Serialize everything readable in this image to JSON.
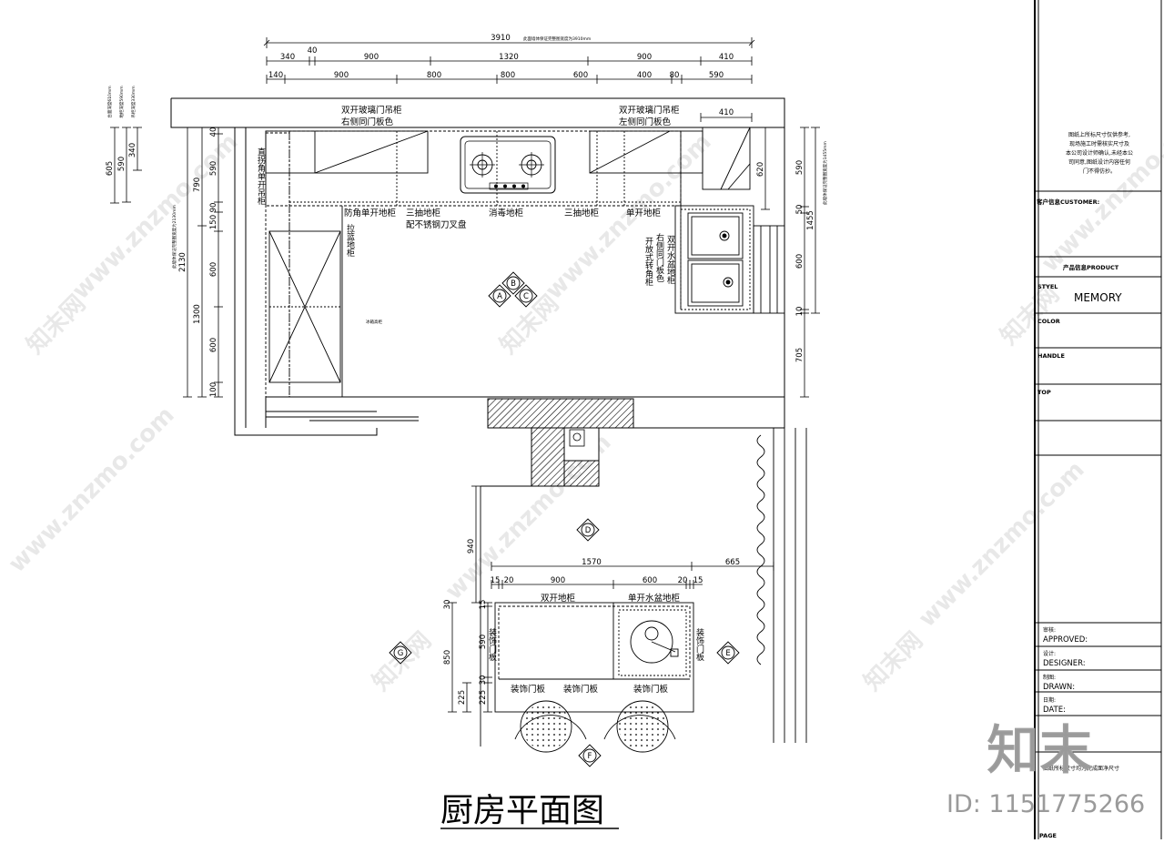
{
  "plan": {
    "title": "厨房平面图",
    "dims_top_total": "3910",
    "dims_top_total_note": "此面墙体保证完整图宽度为3910mm",
    "dims_top_row1": [
      "340",
      "40",
      "900",
      "1320",
      "900",
      "410"
    ],
    "dims_top_row2": [
      "140",
      "900",
      "800",
      "800",
      "600",
      "400",
      "80",
      "590"
    ],
    "dim_410_right": "410",
    "left_dims": {
      "outer": "2130",
      "outer_note": "此墙体保证完整图宽度为2130mm",
      "mid": [
        "790",
        "1300"
      ],
      "inner": [
        "40",
        "590",
        "90",
        "150",
        "600",
        "600",
        "100"
      ],
      "far": [
        "605",
        "590",
        "340"
      ],
      "far_notes": [
        "台面深度610mm",
        "地柜深度590mm",
        "吊柜深度330mm"
      ]
    },
    "right_dims": {
      "a": [
        "620"
      ],
      "b": [
        "590",
        "50",
        "600",
        "10",
        "705"
      ],
      "c": "1455",
      "c_note": "此墙体保证完整图宽度为1455mm"
    },
    "labels": {
      "upper_left": [
        "双开玻璃门吊柜",
        "右侧同门板色"
      ],
      "upper_right": [
        "双开玻璃门吊柜",
        "左侧同门板色"
      ],
      "left_wall_vertical": "直拐角单开吊柜",
      "row": [
        "防角单开地柜",
        "三抽地柜",
        "消毒地柜",
        "三抽地柜",
        "单开地柜"
      ],
      "knife": "配不锈钢刀叉盘",
      "pull_basket": "拉篮地柜",
      "sink_vertical": [
        "双开水盆地柜",
        "右侧同门板色",
        "开放式转角柜"
      ],
      "tall_cabinet_note": "冰箱高柜"
    },
    "island": {
      "dims_top": [
        "1570",
        "665"
      ],
      "dims_detail": [
        "15",
        "20",
        "900",
        "600",
        "20",
        "15"
      ],
      "dim_940": "940",
      "left_dims": [
        "850",
        "15",
        "590",
        "30",
        "225",
        "225",
        "30"
      ],
      "top_labels": [
        "双开地柜",
        "单开水盆地柜"
      ],
      "side_label": "装饰门板",
      "bottom_labels": [
        "装饰门板",
        "装饰门板",
        "装饰门板"
      ]
    },
    "markers": [
      "A",
      "B",
      "C",
      "D",
      "E",
      "F",
      "G"
    ]
  },
  "title_block": {
    "note": [
      "图纸上所标尺寸仅供参考,",
      "现场施工时需核实尺寸及",
      "本公司设计师确认,未经本公",
      "司同意,图纸设计内容任何",
      "门不得仿抄。"
    ],
    "customer": "客户信息CUSTOMER:",
    "product": "产品信息PRODUCT",
    "style_label": "STYEL",
    "style_value": "MEMORY",
    "color_label": "COLOR",
    "handle_label": "HANDLE",
    "top_label": "TOP",
    "approved": [
      "审核:",
      "APPROVED:"
    ],
    "designer": [
      "设计:",
      "DESIGNER:"
    ],
    "drawn": [
      "制图:",
      "DRAWN:"
    ],
    "date": [
      "日期:",
      "DATE:"
    ],
    "bottom_note": "图纸所标尺寸均为完成面净尺寸",
    "page": "PAGE"
  },
  "branding": {
    "logo": "知末",
    "id": "ID: 1151775266",
    "watermark_url": "www.znzmo.com",
    "watermark_cn": "知末网"
  }
}
